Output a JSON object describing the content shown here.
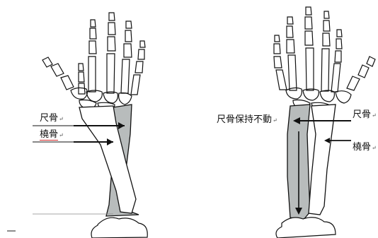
{
  "left_panel": {
    "labels": {
      "ulna": "尺骨",
      "ulna_mark": "↵",
      "radius": "橈骨",
      "radius_mark": "↵"
    }
  },
  "right_panel": {
    "labels": {
      "ulna_fixed": "尺骨保持不動",
      "ulna_fixed_mark": "↵",
      "ulna": "尺骨",
      "ulna_mark": "↵",
      "radius": "橈骨",
      "radius_mark": "↵"
    }
  },
  "colors": {
    "bone_fill": "#b8bcbc",
    "ink": "#111111",
    "spellcheck_underline": "#d22a2a"
  }
}
